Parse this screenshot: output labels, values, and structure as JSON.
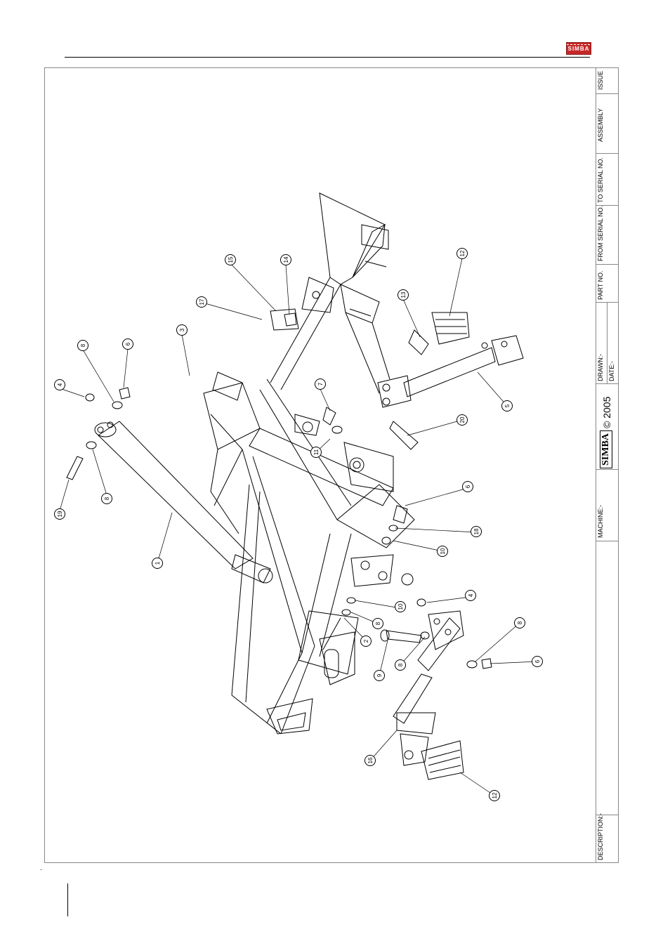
{
  "header": {
    "logo_text": "SIMBA"
  },
  "title_block": {
    "issue_label": "ISSUE",
    "assembly_label": "ASSEMBLY",
    "to_serial_label": "TO SERIAL NO.",
    "from_serial_label": "FROM SERIAL NO.",
    "part_no_label": "PART NO.",
    "drawn_label": "DRAWN:-",
    "date_label": "DATE:-",
    "copyright": "© 2005",
    "brand": "SIMBA",
    "machine_label": "MACHINE:-",
    "description_label": "DESCRIPTION:-"
  },
  "balloons": [
    "1",
    "19",
    "8",
    "4",
    "8",
    "6",
    "3",
    "17",
    "15",
    "14",
    "13",
    "12",
    "7",
    "11",
    "5",
    "20",
    "6",
    "18",
    "10",
    "4",
    "10",
    "8",
    "2",
    "9",
    "8",
    "8",
    "6",
    "16",
    "12"
  ],
  "colors": {
    "line": "#000000",
    "frame": "#888888",
    "brand_red": "#c62828"
  }
}
